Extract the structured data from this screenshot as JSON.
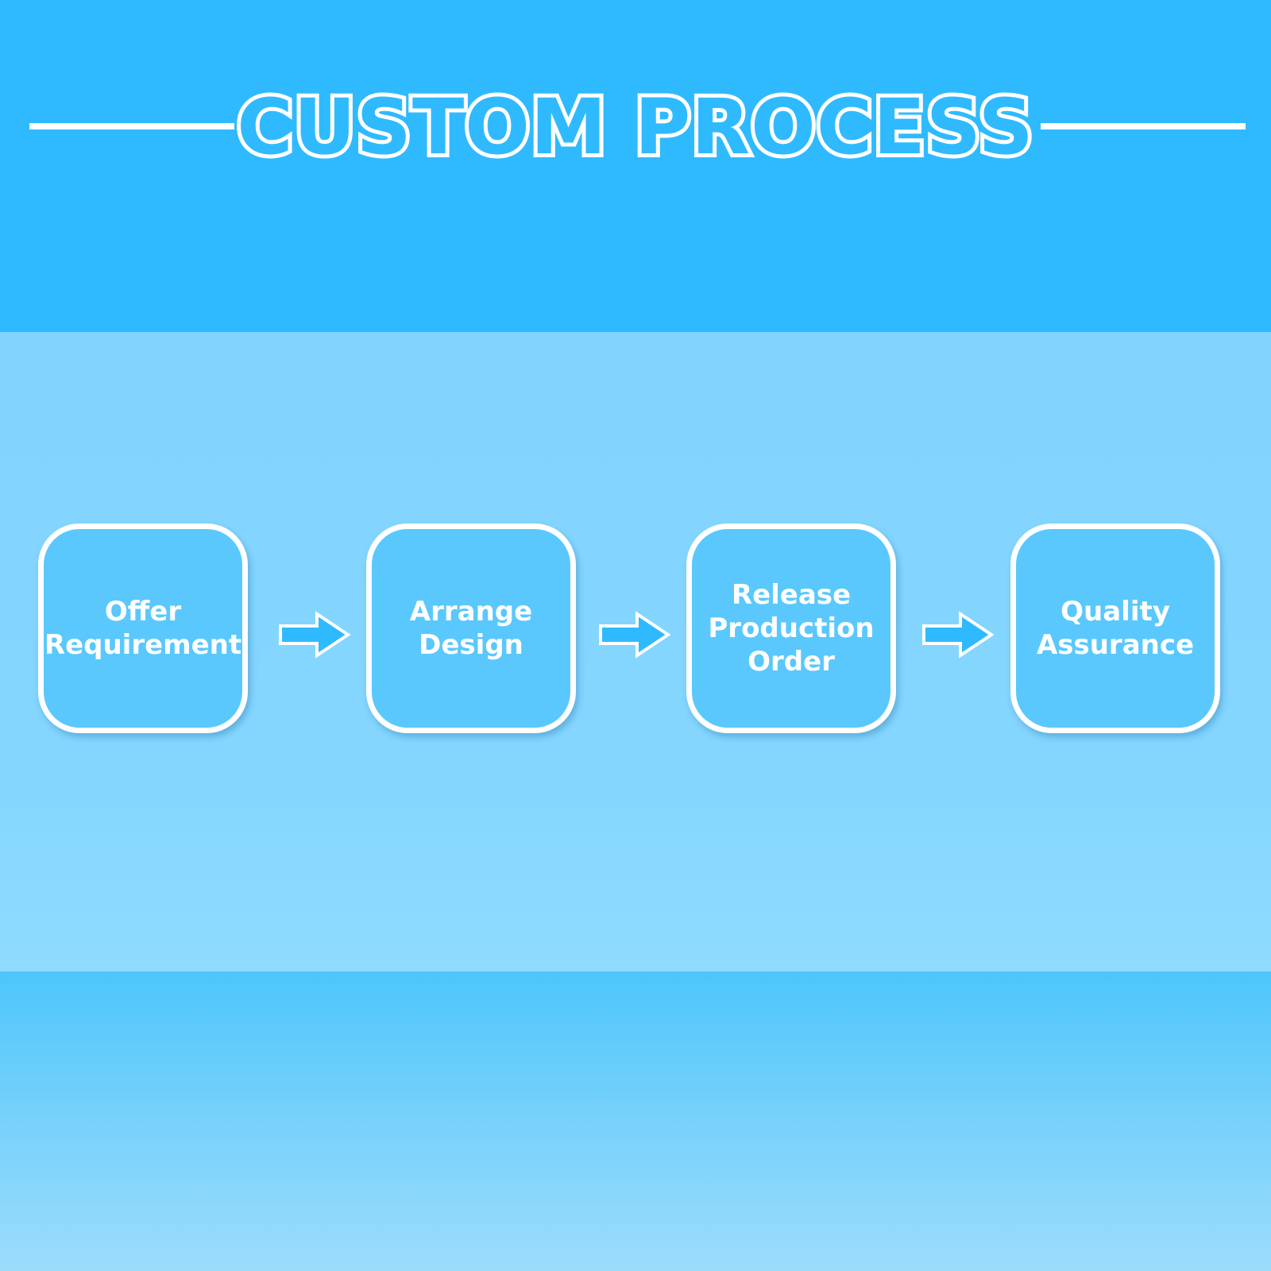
{
  "title": "CUSTOM PROCESS",
  "colors": {
    "header_background": "#2fbaff",
    "middle_background": "#84d6ff",
    "box_fill": "#5ac8fc",
    "stroke": "#ffffff"
  },
  "steps": [
    {
      "label": "Offer\nRequirement"
    },
    {
      "label": "Arrange\nDesign"
    },
    {
      "label": "Release\nProduction\nOrder"
    },
    {
      "label": "Quality\nAssurance"
    }
  ],
  "connectors": [
    {
      "icon": "right-arrow-icon"
    },
    {
      "icon": "right-arrow-icon"
    },
    {
      "icon": "right-arrow-icon"
    }
  ]
}
